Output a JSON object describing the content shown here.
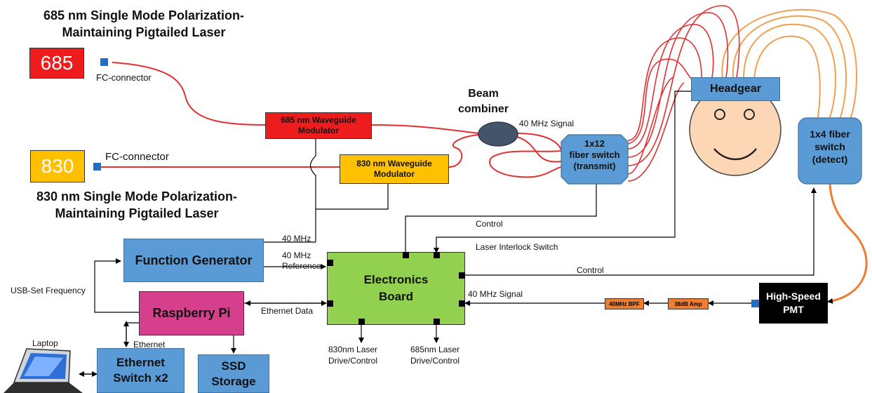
{
  "lasers": {
    "red": {
      "label": "685",
      "color": "#ee1c1c",
      "title_line1": "685 nm Single Mode Polarization-",
      "title_line2": "Maintaining Pigtailed Laser"
    },
    "orange": {
      "label": "830",
      "color": "#ffc000",
      "title_line1": "830 nm Single Mode Polarization-",
      "title_line2": "Maintaining Pigtailed Laser"
    },
    "connector_label": "FC-connector"
  },
  "modulators": {
    "red_line1": "685 nm Waveguide",
    "red_line2": "Modulator",
    "orange_line1": "830 nm Waveguide",
    "orange_line2": "Modulator"
  },
  "combiner": {
    "line1": "Beam",
    "line2": "combiner",
    "signal": "40 MHz Signal"
  },
  "switch_tx": {
    "line1": "1x12",
    "line2": "fiber switch",
    "line3": "(transmit)"
  },
  "switch_rx": {
    "line1": "1x4 fiber",
    "line2": "switch",
    "line3": "(detect)"
  },
  "headgear": "Headgear",
  "pmt": {
    "line1": "High-Speed",
    "line2": "PMT"
  },
  "amps": {
    "bpf": "40MHz BPF",
    "amp": "38dB Amp"
  },
  "function_generator": "Function Generator",
  "raspberry_pi": "Raspberry Pi",
  "ethernet_switch": {
    "line1": "Ethernet",
    "line2": "Switch x2"
  },
  "ssd": {
    "line1": "SSD",
    "line2": "Storage"
  },
  "electronics": {
    "line1": "Electronics",
    "line2": "Board"
  },
  "laptop": "Laptop",
  "labels": {
    "mhz_40": "40 MHz",
    "mhz_40_ref_1": "40 MHz",
    "mhz_40_ref_2": "Reference",
    "control_top": "Control",
    "control_right": "Control",
    "interlock": "Laser Interlock Switch",
    "signal_40": "40 MHz Signal",
    "usb": "USB-Set Frequency",
    "ethernet_data": "Ethernet Data",
    "ethernet": "Ethernet",
    "drive830_1": "830nm Laser",
    "drive830_2": "Drive/Control",
    "drive685_1": "685nm Laser",
    "drive685_2": "Drive/Control"
  },
  "colors": {
    "fiber_red": "#e03030",
    "fiber_orange": "#f0a050",
    "fiber_orange_dark": "#ed7d31",
    "board": "#92d050",
    "pi": "#d63f8c",
    "amp": "#ed7d31",
    "face": "#fdd6b5"
  }
}
